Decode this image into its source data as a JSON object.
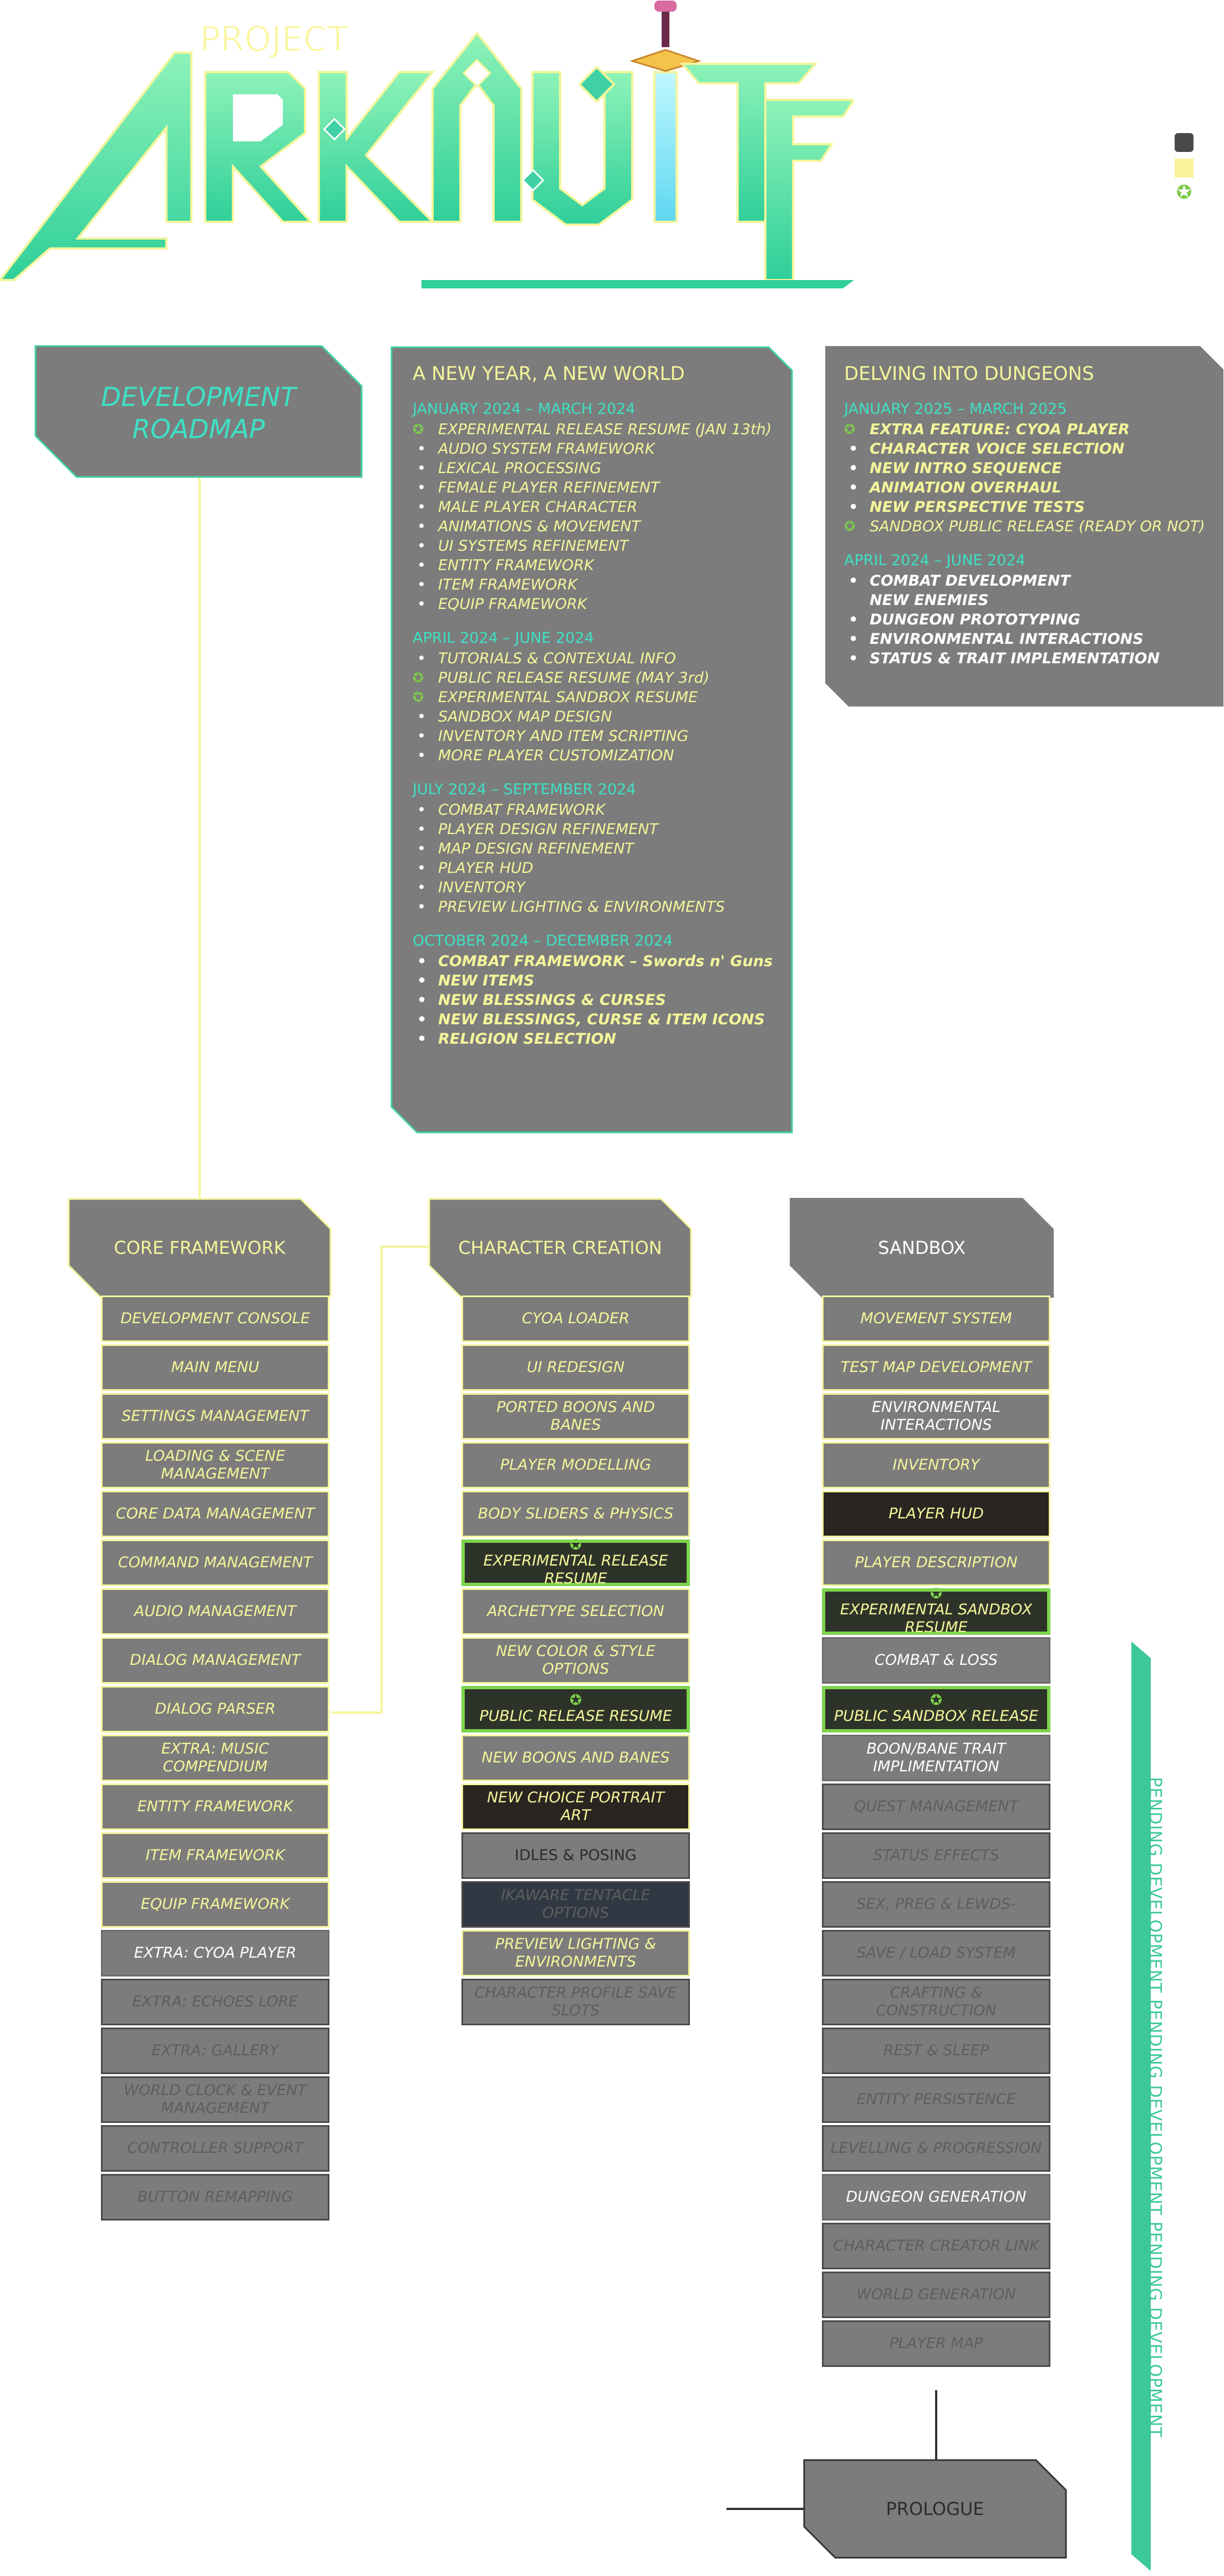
{
  "logo": {
    "small_text": "PROJECT",
    "main_text": "ARKAUITE"
  },
  "legend": [
    {
      "name": "legend-dark",
      "color": "#4a4a4a"
    },
    {
      "name": "legend-yellow",
      "color": "#f8f39a"
    },
    {
      "name": "legend-done-icon",
      "color": "#7ccb4b"
    }
  ],
  "colors": {
    "accent_teal": "#3fd0a6",
    "accent_yellow": "#f4f59a",
    "done_green": "#7ccb4b",
    "card_grey": "#7c7c7c"
  },
  "title_box": {
    "line1": "DEVELOPMENT",
    "line2": "ROADMAP"
  },
  "year_card": {
    "title": "A NEW YEAR, A NEW WORLD",
    "quarters": [
      {
        "title": "JANUARY 2024 – MARCH 2024",
        "items": [
          {
            "text": "EXPERIMENTAL RELEASE RESUME (JAN 13th)",
            "done": true
          },
          {
            "text": "AUDIO SYSTEM FRAMEWORK"
          },
          {
            "text": "LEXICAL PROCESSING"
          },
          {
            "text": "FEMALE PLAYER REFINEMENT"
          },
          {
            "text": "MALE PLAYER CHARACTER"
          },
          {
            "text": "ANIMATIONS & MOVEMENT"
          },
          {
            "text": "UI SYSTEMS REFINEMENT"
          },
          {
            "text": "ENTITY FRAMEWORK"
          },
          {
            "text": "ITEM FRAMEWORK"
          },
          {
            "text": "EQUIP FRAMEWORK"
          }
        ]
      },
      {
        "title": "APRIL 2024 – JUNE 2024",
        "items": [
          {
            "text": "TUTORIALS & CONTEXUAL INFO"
          },
          {
            "text": "PUBLIC RELEASE RESUME (MAY 3rd)",
            "done": true
          },
          {
            "text": "EXPERIMENTAL SANDBOX RESUME",
            "done": true
          },
          {
            "text": "SANDBOX MAP DESIGN"
          },
          {
            "text": "INVENTORY AND ITEM SCRIPTING"
          },
          {
            "text": "MORE PLAYER CUSTOMIZATION"
          }
        ]
      },
      {
        "title": "JULY 2024 – SEPTEMBER 2024",
        "items": [
          {
            "text": "COMBAT FRAMEWORK"
          },
          {
            "text": "PLAYER DESIGN REFINEMENT"
          },
          {
            "text": "MAP DESIGN REFINEMENT"
          },
          {
            "text": "PLAYER HUD"
          },
          {
            "text": "INVENTORY"
          },
          {
            "text": "PREVIEW LIGHTING & ENVIRONMENTS"
          }
        ]
      },
      {
        "title": "OCTOBER 2024 – DECEMBER 2024",
        "items": [
          {
            "text": "COMBAT FRAMEWORK – Swords n' Guns",
            "bold": true
          },
          {
            "text": "NEW ITEMS",
            "bold": true
          },
          {
            "text": "NEW BLESSINGS & CURSES",
            "bold": true
          },
          {
            "text": "NEW BLESSINGS, CURSE & ITEM ICONS",
            "bold": true
          },
          {
            "text": "RELIGION SELECTION",
            "bold": true
          }
        ]
      }
    ]
  },
  "dungeon_card": {
    "title": "DELVING INTO DUNGEONS",
    "quarters": [
      {
        "title": "JANUARY 2025 – MARCH 2025",
        "items": [
          {
            "text": "EXTRA FEATURE: CYOA PLAYER",
            "done": true,
            "bold": true
          },
          {
            "text": "CHARACTER VOICE SELECTION",
            "bold": true
          },
          {
            "text": "NEW INTRO SEQUENCE",
            "bold": true
          },
          {
            "text": "ANIMATION OVERHAUL",
            "bold": true
          },
          {
            "text": "NEW PERSPECTIVE TESTS",
            "bold": true
          },
          {
            "text": "SANDBOX PUBLIC RELEASE (READY OR NOT)",
            "done": true
          }
        ]
      },
      {
        "title": "APRIL 2024 – JUNE 2024",
        "items": [
          {
            "text": "COMBAT DEVELOPMENT",
            "white": true,
            "bold": true
          },
          {
            "text": "NEW ENEMIES",
            "white": true,
            "bold": true,
            "nobullet": true
          },
          {
            "text": "DUNGEON PROTOTYPING",
            "white": true,
            "bold": true
          },
          {
            "text": "ENVIRONMENTAL INTERACTIONS",
            "white": true,
            "bold": true
          },
          {
            "text": "STATUS & TRAIT IMPLEMENTATION",
            "white": true,
            "bold": true
          }
        ]
      }
    ]
  },
  "columns": {
    "core": {
      "title": "CORE FRAMEWORK",
      "rows": [
        {
          "text": "DEVELOPMENT CONSOLE",
          "style": "y"
        },
        {
          "text": "MAIN MENU",
          "style": "y"
        },
        {
          "text": "SETTINGS MANAGEMENT",
          "style": "y"
        },
        {
          "text": "LOADING & SCENE MANAGEMENT",
          "style": "y"
        },
        {
          "text": "CORE DATA MANAGEMENT",
          "style": "y"
        },
        {
          "text": "COMMAND MANAGEMENT",
          "style": "y"
        },
        {
          "text": "AUDIO MANAGEMENT",
          "style": "y"
        },
        {
          "text": "DIALOG MANAGEMENT",
          "style": "y"
        },
        {
          "text": "DIALOG PARSER",
          "style": "y"
        },
        {
          "text": "EXTRA: MUSIC COMPENDIUM",
          "style": "y"
        },
        {
          "text": "ENTITY FRAMEWORK",
          "style": "y"
        },
        {
          "text": "ITEM FRAMEWORK",
          "style": "y"
        },
        {
          "text": "EQUIP FRAMEWORK",
          "style": "y"
        },
        {
          "text": "EXTRA: CYOA PLAYER",
          "style": "wg"
        },
        {
          "text": "EXTRA: ECHOES LORE",
          "style": "g"
        },
        {
          "text": "EXTRA: GALLERY",
          "style": "g"
        },
        {
          "text": "WORLD CLOCK & EVENT MANAGEMENT",
          "style": "g"
        },
        {
          "text": "CONTROLLER SUPPORT",
          "style": "g"
        },
        {
          "text": "BUTTON REMAPPING",
          "style": "g"
        }
      ]
    },
    "character": {
      "title": "CHARACTER CREATION",
      "rows": [
        {
          "text": "CYOA LOADER",
          "style": "y"
        },
        {
          "text": "UI REDESIGN",
          "style": "y"
        },
        {
          "text": "PORTED BOONS AND BANES",
          "style": "y"
        },
        {
          "text": "PLAYER MODELLING",
          "style": "y"
        },
        {
          "text": "BODY SLIDERS & PHYSICS",
          "style": "y"
        },
        {
          "text": "EXPERIMENTAL RELEASE RESUME",
          "style": "hl"
        },
        {
          "text": "ARCHETYPE SELECTION",
          "style": "y"
        },
        {
          "text": "NEW COLOR & STYLE OPTIONS",
          "style": "y"
        },
        {
          "text": "PUBLIC RELEASE RESUME",
          "style": "hl"
        },
        {
          "text": "NEW BOONS AND BANES",
          "style": "y"
        },
        {
          "text": "NEW CHOICE PORTRAIT ART",
          "style": "art"
        },
        {
          "text": "IDLES & POSING",
          "style": "n"
        },
        {
          "text": "IKAWARE TENTACLE OPTIONS",
          "style": "art2"
        },
        {
          "text": "PREVIEW LIGHTING & ENVIRONMENTS",
          "style": "y"
        },
        {
          "text": "CHARACTER PROFILE SAVE SLOTS",
          "style": "g"
        }
      ]
    },
    "sandbox": {
      "title": "SANDBOX",
      "rows": [
        {
          "text": "MOVEMENT SYSTEM",
          "style": "y"
        },
        {
          "text": "TEST MAP DEVELOPMENT",
          "style": "y"
        },
        {
          "text": "ENVIRONMENTAL INTERACTIONS",
          "style": "w"
        },
        {
          "text": "INVENTORY",
          "style": "y"
        },
        {
          "text": "PLAYER HUD",
          "style": "art"
        },
        {
          "text": "PLAYER DESCRIPTION",
          "style": "y"
        },
        {
          "text": "EXPERIMENTAL SANDBOX RESUME",
          "style": "hl"
        },
        {
          "text": "COMBAT & LOSS",
          "style": "wg"
        },
        {
          "text": "PUBLIC SANDBOX RELEASE",
          "style": "hl"
        },
        {
          "text": "BOON/BANE TRAIT IMPLIMENTATION",
          "style": "wg"
        },
        {
          "text": "QUEST MANAGEMENT",
          "style": "g"
        },
        {
          "text": "STATUS EFFECTS",
          "style": "g"
        },
        {
          "text": "SEX, PREG & LEWDS-",
          "style": "g"
        },
        {
          "text": "SAVE / LOAD SYSTEM",
          "style": "g"
        },
        {
          "text": "CRAFTING & CONSTRUCTION",
          "style": "g"
        },
        {
          "text": "REST & SLEEP",
          "style": "g"
        },
        {
          "text": "ENTITY PERSISTENCE",
          "style": "g"
        },
        {
          "text": "LEVELLING & PROGRESSION",
          "style": "g"
        },
        {
          "text": "DUNGEON GENERATION",
          "style": "wg"
        },
        {
          "text": "CHARACTER CREATOR LINK",
          "style": "g"
        },
        {
          "text": "WORLD GENERATION",
          "style": "g"
        },
        {
          "text": "PLAYER MAP",
          "style": "g"
        }
      ]
    }
  },
  "prologue": {
    "title": "PROLOGUE"
  },
  "pending_banner": {
    "text": "PENDING DEVELOPMENT PENDING DEVELOPMENT PENDING DEVELOPMENT"
  }
}
